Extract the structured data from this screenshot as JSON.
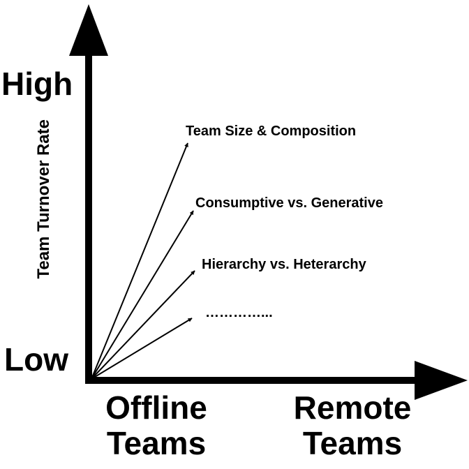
{
  "y_axis": {
    "title": "Team Turnover Rate",
    "high_label": "High",
    "low_label": "Low"
  },
  "x_axis": {
    "left_label_line1": "Offline",
    "left_label_line2": "Teams",
    "right_label_line1": "Remote",
    "right_label_line2": "Teams"
  },
  "factors": [
    {
      "label": "Team Size & Composition"
    },
    {
      "label": "Consumptive vs. Generative"
    },
    {
      "label": "Hierarchy vs. Heterarchy"
    },
    {
      "label": "…………..."
    }
  ],
  "colors": {
    "ink": "#000000",
    "background": "#ffffff"
  }
}
